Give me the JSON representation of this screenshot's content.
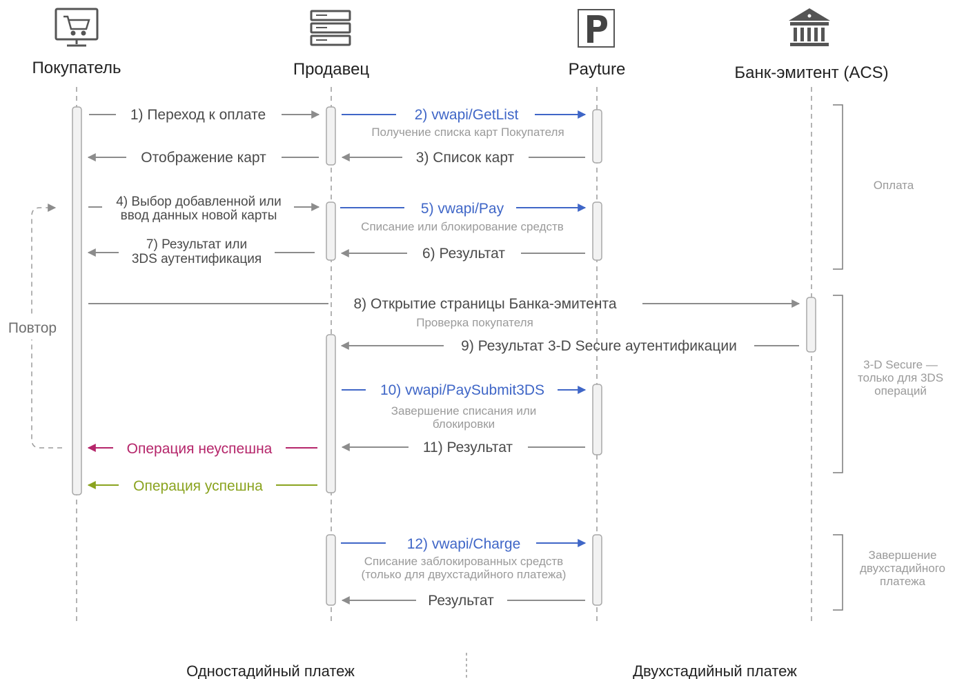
{
  "colors": {
    "neutral_arrow": "#8c8c8c",
    "api_blue": "#3f66c7",
    "failure": "#b5256a",
    "success": "#8aa31f",
    "activation_fill": "#f2f2f2",
    "activation_stroke": "#a8a8a8"
  },
  "actors": [
    {
      "icon": "monitor-cart-icon",
      "label": "Покупатель"
    },
    {
      "icon": "server-rack-icon",
      "label": "Продавец"
    },
    {
      "icon": "payture-logo-icon",
      "label": "Payture"
    },
    {
      "icon": "bank-building-icon",
      "label": "Банк-эмитент (ACS)"
    }
  ],
  "messages": {
    "m1": "1) Переход к оплате",
    "m2": "2) vwapi/GetList",
    "m2_note": "Получение списка карт Покупателя",
    "m3": "3) Список карт",
    "m3b": "Отображение карт",
    "m4_line1": "4) Выбор добавленной или",
    "m4_line2": "ввод данных новой карты",
    "m5": "5) vwapi/Pay",
    "m5_note": "Списание или блокирование средств",
    "m6": "6) Результат",
    "m7_line1": "7) Результат или",
    "m7_line2": "3DS аутентификация",
    "m8": "8) Открытие страницы Банка-эмитента",
    "m8_note": "Проверка покупателя",
    "m9": "9) Результат 3-D Secure аутентификации",
    "m10": "10) vwapi/PaySubmit3DS",
    "m10_note_line1": "Завершение списания или",
    "m10_note_line2": "блокировки",
    "m11": "11) Результат",
    "fail": "Операция неуспешна",
    "success": "Операция успешна",
    "m12": "12) vwapi/Charge",
    "m12_note_line1": "Списание заблокированных средств",
    "m12_note_line2": "(только для двухстадийного платежа)",
    "m13": "Результат"
  },
  "retry_label": "Повтор",
  "sections": {
    "payment": "Оплата",
    "secure_line1": "3-D Secure —",
    "secure_line2": "только для 3DS",
    "secure_line3": "операций",
    "completion_line1": "Завершение",
    "completion_line2": "двухстадийного",
    "completion_line3": "платежа"
  },
  "footer": {
    "single_stage": "Одностадийный платеж",
    "two_stage": "Двухстадийный платеж"
  }
}
